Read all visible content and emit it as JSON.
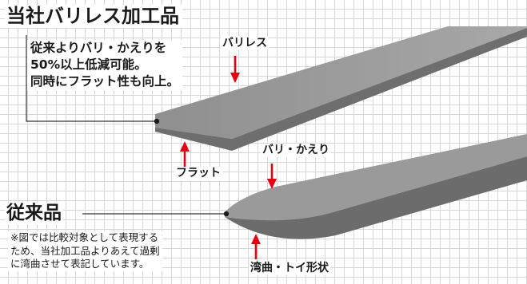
{
  "product": {
    "title": "当社バリレス加工品",
    "description": [
      "従来よりバリ・かえりを",
      "50%以上低減可能。",
      "同時にフラット性も向上。"
    ],
    "labels": {
      "burrless": "バリレス",
      "flat": "フラット"
    }
  },
  "conventional": {
    "title": "従来品",
    "labels": {
      "burr": "バリ・かえり",
      "curve": "湾曲・トイ形状"
    },
    "note": [
      "※図では比較対象として表現する",
      "ため、当社加工品よりあえて過剰",
      "に湾曲させて表記しています。"
    ]
  },
  "colors": {
    "arrow": "#e60012",
    "bar_top": "#9b9b9b",
    "bar_side": "#6e6e6e",
    "grid": "#d7d7d7",
    "leader": "#333333"
  }
}
